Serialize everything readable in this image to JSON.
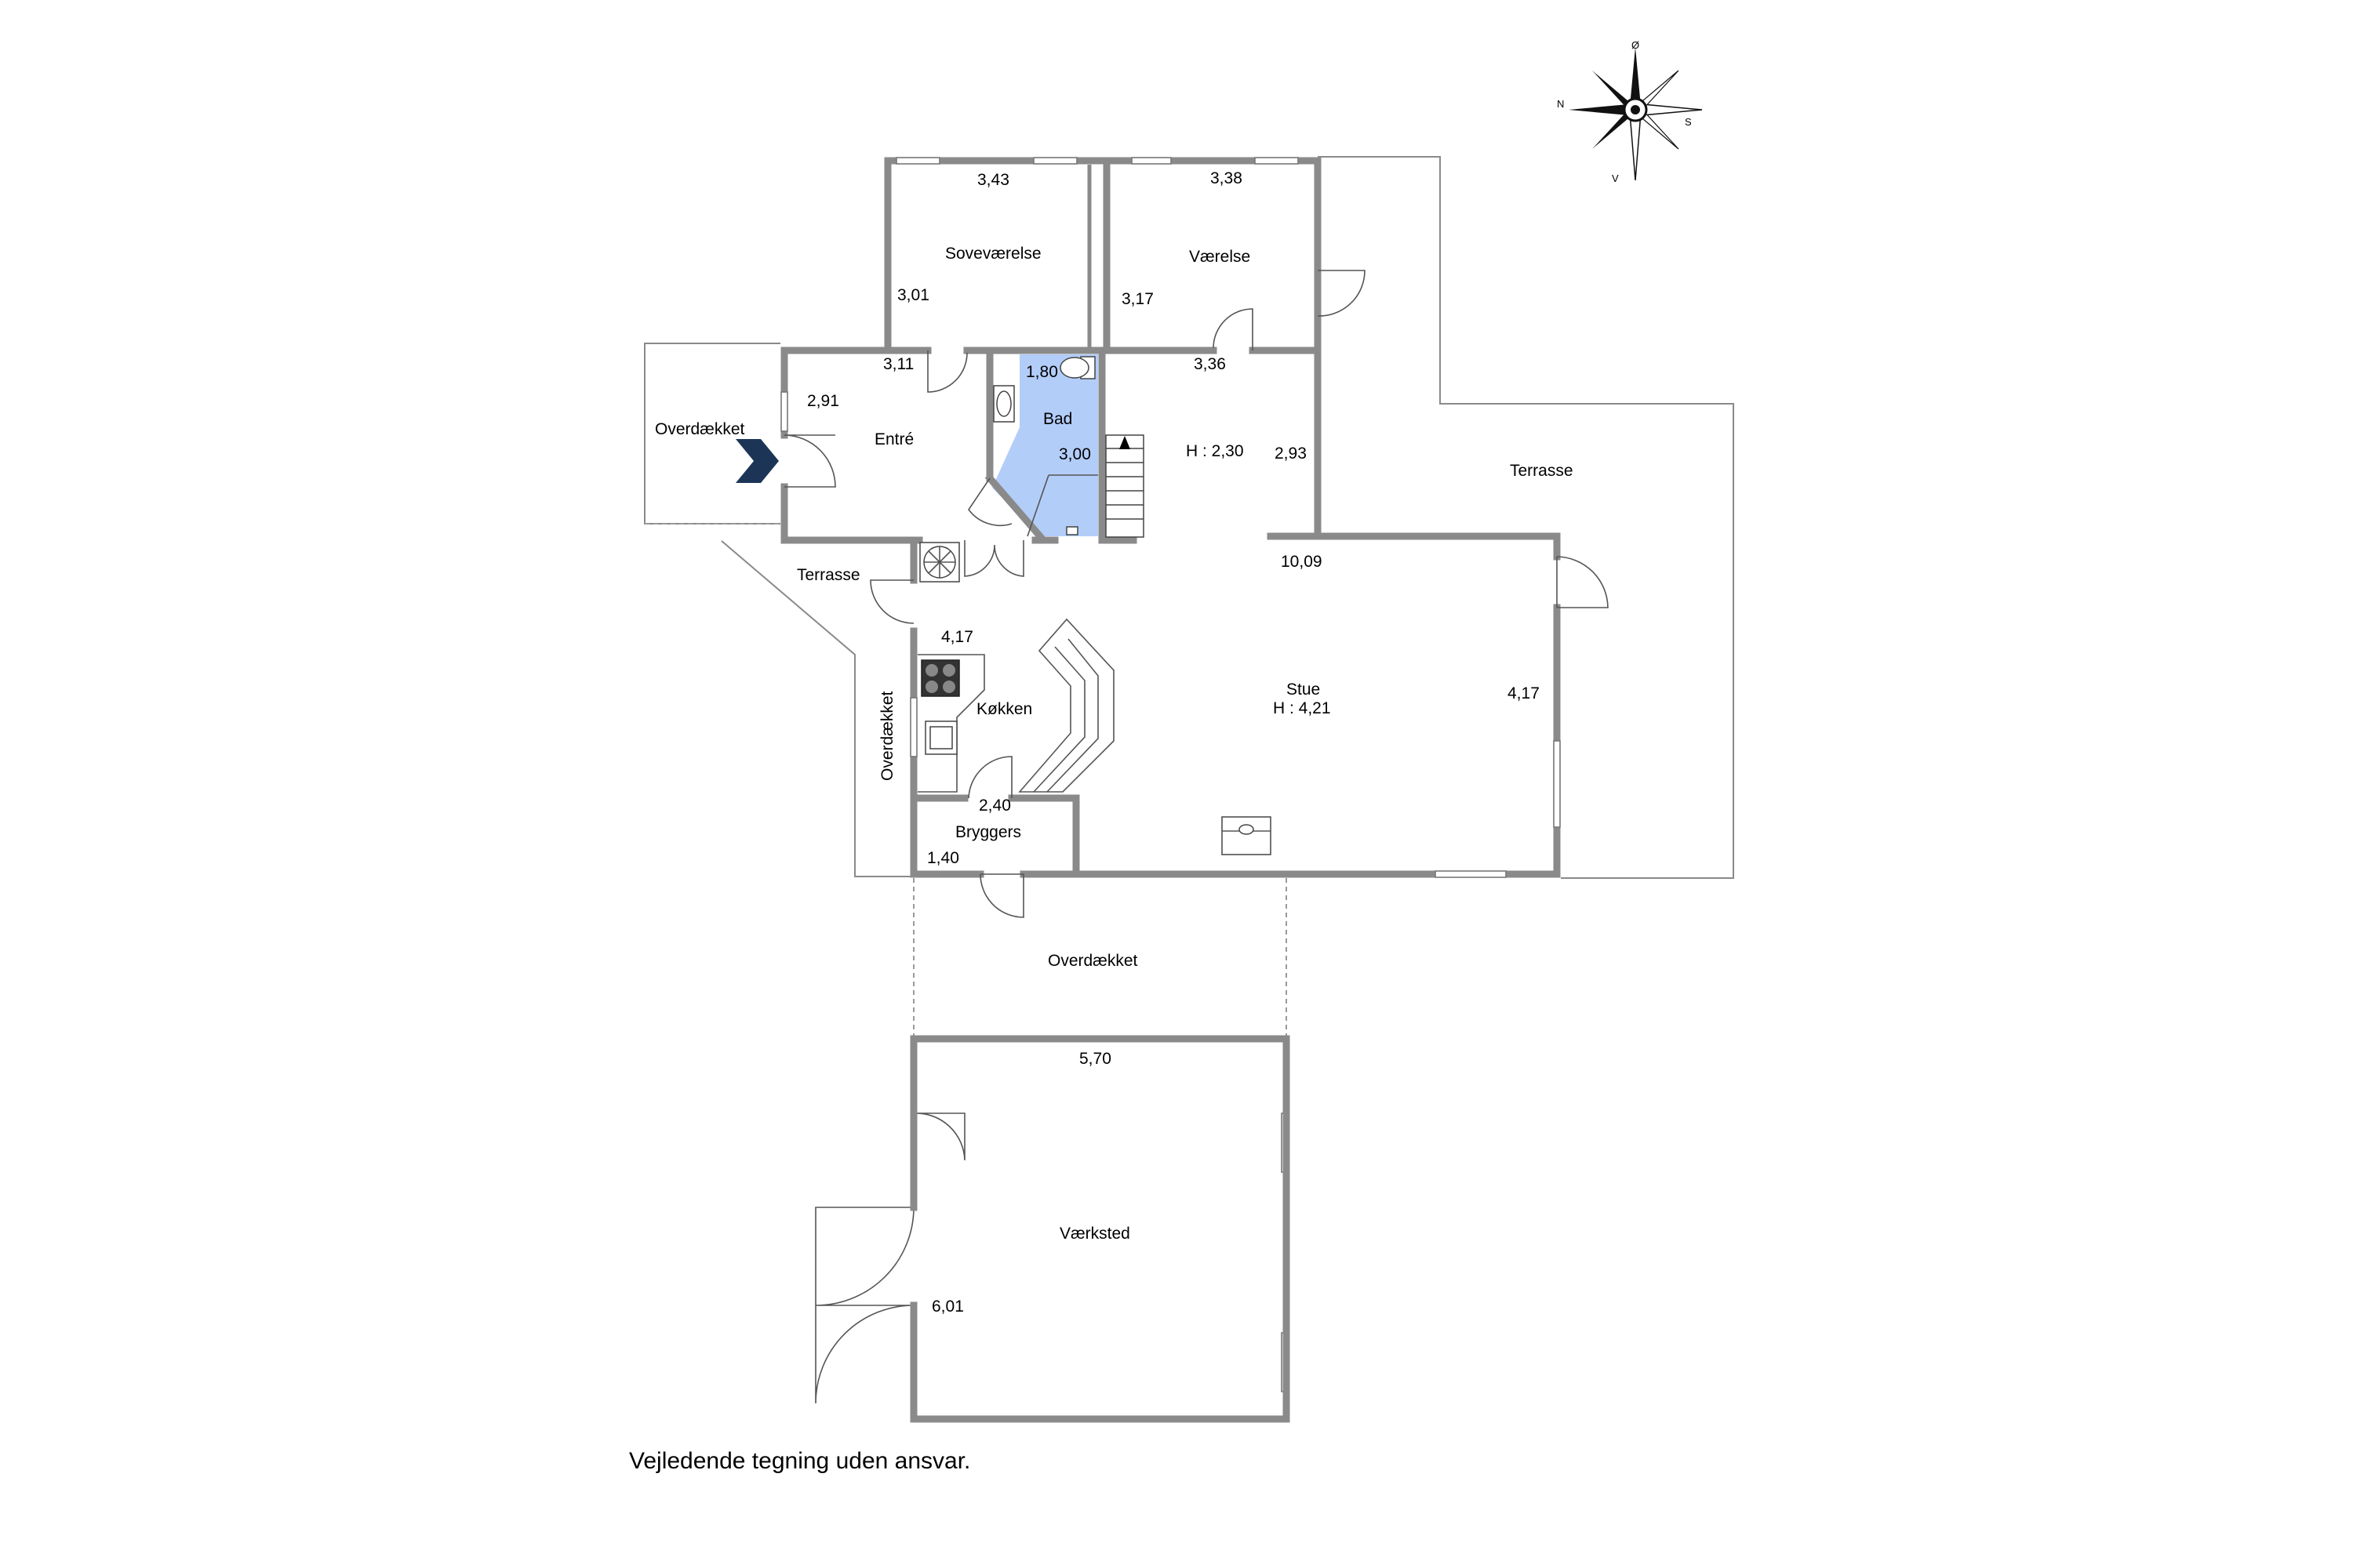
{
  "compass": {
    "north_label": "N",
    "south_label": "S",
    "east_label": "Ø",
    "west_label": "V"
  },
  "rooms": {
    "sovevaerelse": {
      "name": "Soveværelse",
      "width": "3,43",
      "depth": "3,01"
    },
    "vaerelse": {
      "name": "Værelse",
      "width": "3,38",
      "depth": "3,17"
    },
    "entre": {
      "name": "Entré",
      "width": "3,11",
      "depth": "2,91"
    },
    "bad": {
      "name": "Bad",
      "width": "1,80",
      "depth": "3,00"
    },
    "hall": {
      "height": "H : 2,30",
      "width": "3,36",
      "depth": "2,93"
    },
    "stue": {
      "name": "Stue",
      "height": "H : 4,21",
      "width": "10,09",
      "depth": "4,17"
    },
    "kokken": {
      "name": "Køkken",
      "width": "4,17",
      "depth": "2,40"
    },
    "bryggers": {
      "name": "Bryggers",
      "width": "1,40"
    },
    "vaerksted": {
      "name": "Værksted",
      "width": "5,70",
      "depth": "6,01"
    }
  },
  "outdoor": {
    "overdaekket_west": "Overdækket",
    "overdaekket_side": "Overdækket",
    "overdaekket_south": "Overdækket",
    "terrasse_east": "Terrasse",
    "terrasse_west": "Terrasse"
  },
  "disclaimer": "Vejledende tegning uden ansvar.",
  "colors": {
    "wall": "#8a8a8a",
    "bathroom_fill": "#b3cdf9",
    "entry_arrow": "#1c3557"
  },
  "icons": {
    "entry": "chevron-right-icon",
    "compass": "compass-rose-icon",
    "stair_direction": "triangle-up-icon"
  }
}
